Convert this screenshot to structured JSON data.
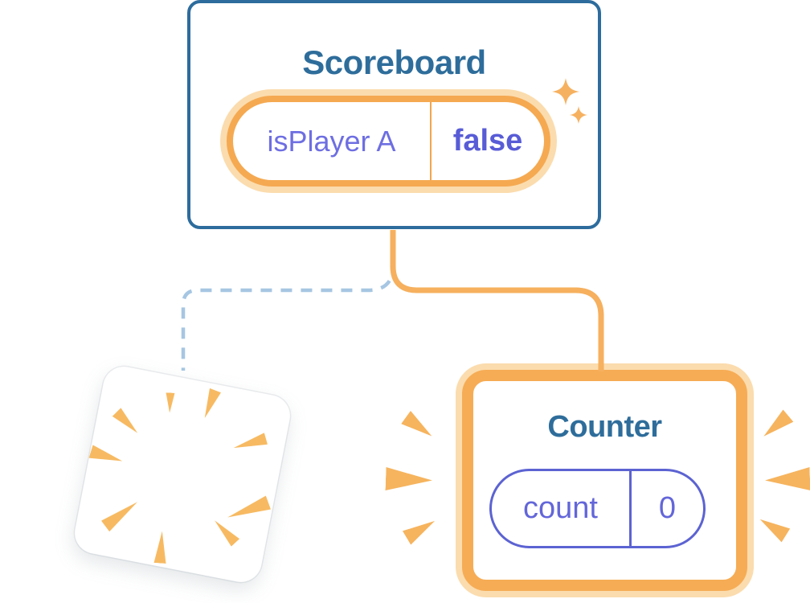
{
  "scoreboard_card": {
    "title": "Scoreboard",
    "state_pill": {
      "name": "isPlayer A",
      "value": "false"
    }
  },
  "counter_card": {
    "title": "Counter",
    "state_pill": {
      "name": "count",
      "value": "0"
    }
  },
  "icons": {
    "sparkles": "sparkle-icon",
    "poof": "poof-burst-icon",
    "emphasis": "burst-mark-icon"
  },
  "colors": {
    "background": "#FFFFFF",
    "card_border_blue": "#2D6C9D",
    "title_blue": "#2E6D9B",
    "state_pill_orange": "#F5A951",
    "orange_glow": "#FBDCAE",
    "connector_orange": "#F6B05E",
    "dashed_connector_blue": "#A6C6E2",
    "state_name_purple": "#6E6EE2",
    "state_value_purple": "#585CD6",
    "counter_pill_purple": "#5C63D2",
    "burst_orange": "#F7BA62"
  }
}
